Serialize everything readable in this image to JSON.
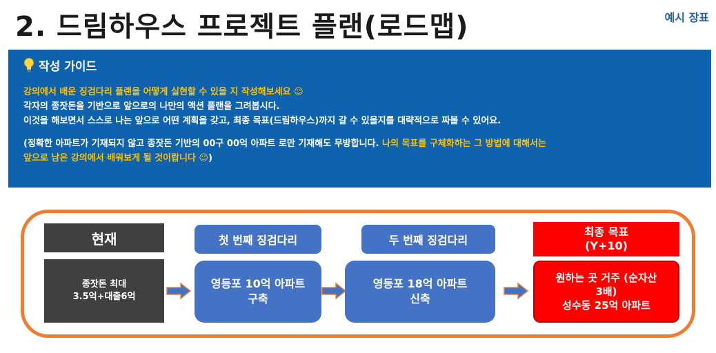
{
  "header": {
    "title": "2. 드림하우스 프로젝트 플랜(로드맵)",
    "badge": "예시 장표"
  },
  "guide": {
    "heading": "작성 가이드",
    "line1": "강의에서 배운 징검다리 플랜을 어떻게 실현할 수 있을 지 작성해보세요 ☺",
    "line2": "각자의 종잣돈을 기반으로 앞으로의 나만의 액션 플랜을 그려봅시다.",
    "line3": "이것을 해보면서 스스로 나는 앞으로 어떤 계획을 갖고, 최종 목표(드림하우스)까지 갈 수 있을지를 대략적으로 짜볼 수 있어요.",
    "line4_white": "(정확한 아파트가 기재되지 않고 종잣돈 기반의 00구 00억 아파트 로만 기재해도 무방합니다.",
    "line4_yellow": " 나의 목표를 구체화하는 그 방법에 대해서는",
    "line5_yellow": "앞으로 남은 강의에서 배워보게 될 것이랍니다 ☺",
    "line5_white": ")"
  },
  "roadmap": {
    "current": {
      "label": "현재",
      "line1": "종잣돈 최대",
      "line2": "3.5억+대출6억"
    },
    "step1": {
      "label": "첫 번째 징검다리",
      "line1": "영등포 10억 아파트",
      "line2": "구축"
    },
    "step2": {
      "label": "두 번째 징검다리",
      "line1": "영등포 18억 아파트",
      "line2": "신축"
    },
    "final": {
      "label_line1": "최종 목표",
      "label_line2": "(Y+10)",
      "line1": "원하는 곳 거주 (순자산",
      "line2": "3배)",
      "line3": "성수동 25억 아파트"
    }
  },
  "colors": {
    "guide_bg": "#0f62ad",
    "highlight": "#ffc000",
    "frame": "#ed7d31",
    "step": "#4472c4",
    "current": "#404040",
    "goal": "#ff0000"
  }
}
